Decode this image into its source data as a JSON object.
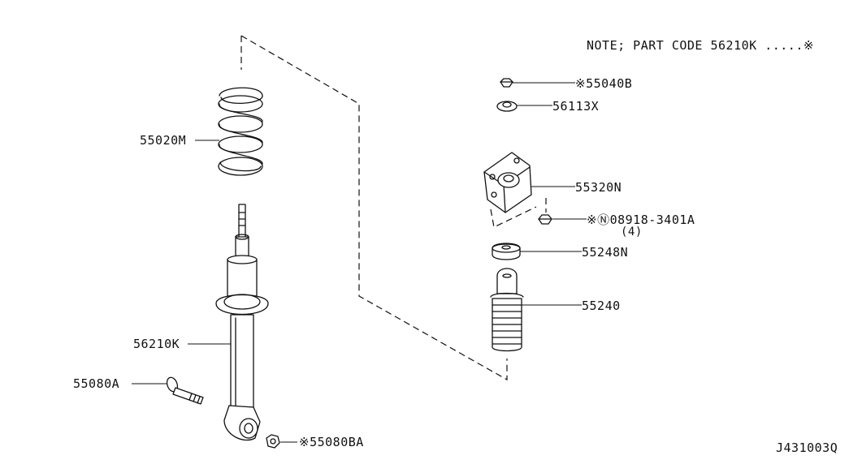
{
  "note": "NOTE; PART CODE 56210K .....※",
  "diagram_id": "J431003Q",
  "parts": [
    {
      "id": "55020m",
      "label": "55020M"
    },
    {
      "id": "56210k",
      "label": "56210K"
    },
    {
      "id": "55080a",
      "label": "55080A"
    },
    {
      "id": "55080ba",
      "label": "※55080BA"
    },
    {
      "id": "55040b",
      "label": "※55040B"
    },
    {
      "id": "56113x",
      "label": "56113X"
    },
    {
      "id": "55320n",
      "label": "55320N"
    },
    {
      "id": "08918-3401a",
      "label": "※Ⓝ08918-3401A",
      "qty": "(4)"
    },
    {
      "id": "55248n",
      "label": "55248N"
    },
    {
      "id": "55240",
      "label": "55240"
    }
  ]
}
